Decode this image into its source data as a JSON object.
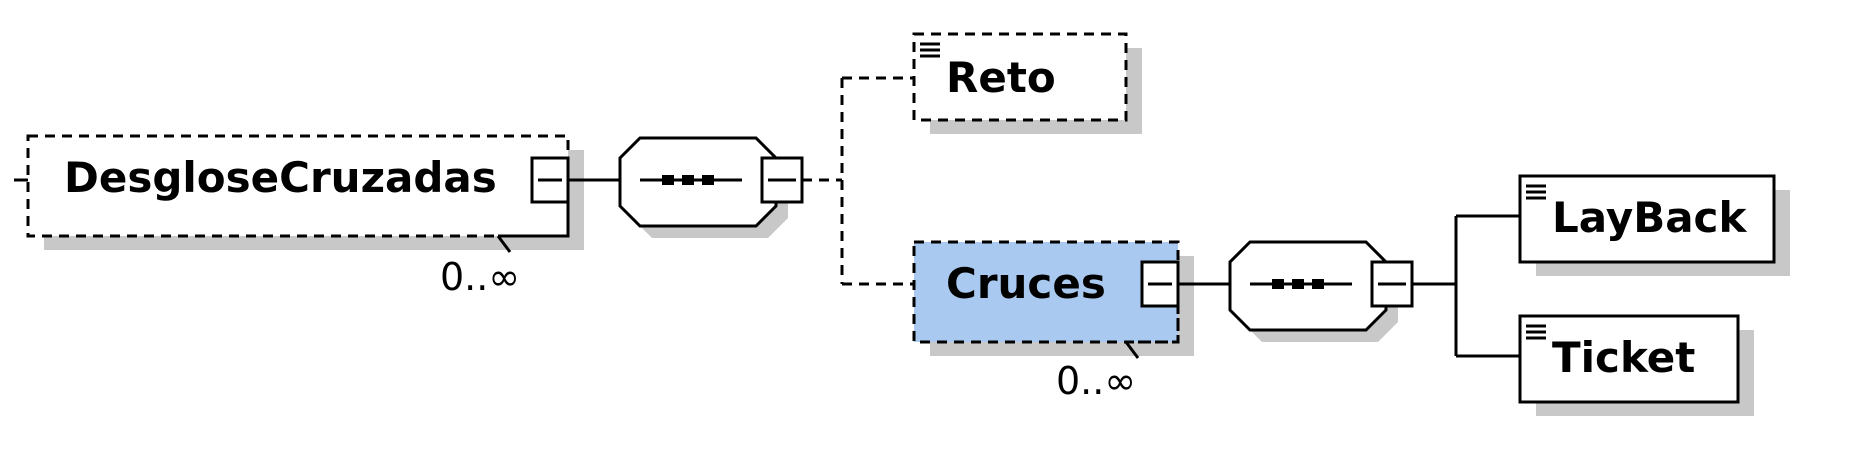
{
  "diagram": {
    "root_element": {
      "name": "DesgloseCruzadas",
      "cardinality": "0..∞",
      "optional": true,
      "selected": false
    },
    "root_sequence": {
      "compositor": "sequence"
    },
    "children": [
      {
        "name": "Reto",
        "optional": true,
        "has_text_content": true
      },
      {
        "name": "Cruces",
        "optional": true,
        "selected": true,
        "cardinality": "0..∞",
        "sequence": {
          "compositor": "sequence",
          "children": [
            {
              "name": "LayBack",
              "optional": false,
              "has_text_content": true
            },
            {
              "name": "Ticket",
              "optional": false,
              "has_text_content": true
            }
          ]
        }
      }
    ],
    "colors": {
      "selected_fill": "#a9c9f0",
      "shadow": "#c8c8c8",
      "line": "#000000",
      "background": "#ffffff"
    }
  }
}
